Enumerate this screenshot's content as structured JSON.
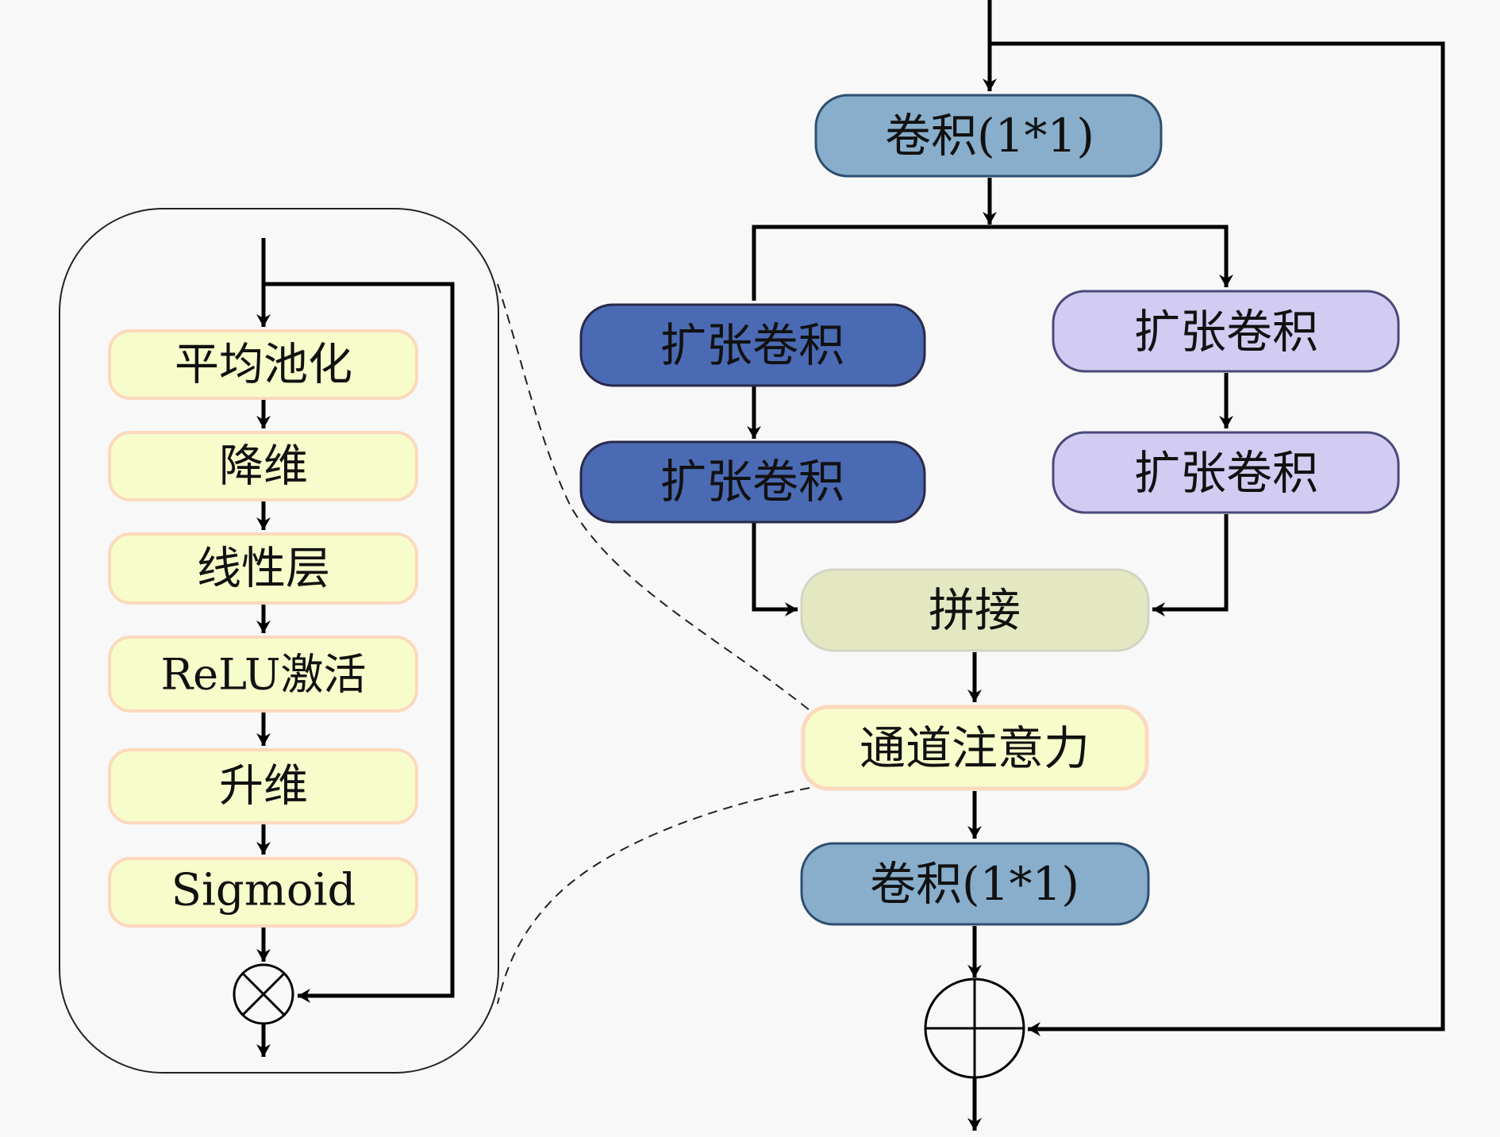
{
  "diagram": {
    "main": {
      "conv_top": "卷积(1*1)",
      "branch_left": [
        "扩张卷积",
        "扩张卷积"
      ],
      "branch_right": [
        "扩张卷积",
        "扩张卷积"
      ],
      "concat": "拼接",
      "attention": "通道注意力",
      "conv_bottom": "卷积(1*1)",
      "add_symbol": "element-wise addition"
    },
    "attention_detail": {
      "steps": [
        "平均池化",
        "降维",
        "线性层",
        "ReLU激活",
        "升维",
        "Sigmoid"
      ],
      "multiply_symbol": "element-wise multiplication"
    },
    "colors": {
      "conv": "#88aecb",
      "dilated_dark": "#4a6ab4",
      "dilated_light": "#d2ccf2",
      "concat": "#e4e8c2",
      "attention": "#f7fccb",
      "attention_border": "#fcd9bd"
    }
  }
}
